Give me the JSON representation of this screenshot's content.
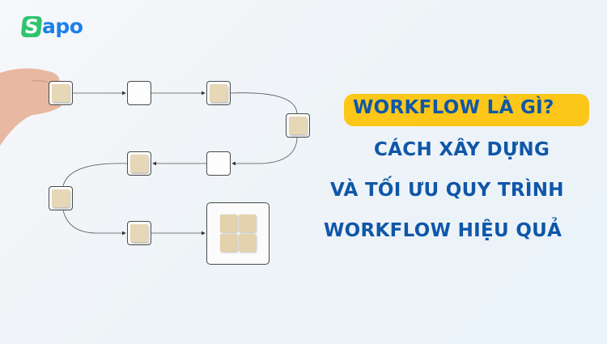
{
  "brand": {
    "logo_letter": "S",
    "logo_rest": "apo",
    "green": "#2fc46f",
    "blue": "#1d7fe8"
  },
  "headline": {
    "highlight": "WORKFLOW LÀ GÌ?",
    "lines": [
      "CÁCH XÂY DỰNG",
      "VÀ TỐI ƯU QUY TRÌNH",
      "WORKFLOW HIỆU QUẢ"
    ],
    "text_color": "#0f57a8",
    "highlight_color": "#fcc719"
  },
  "diagram": {
    "description": "workflow path of boxes with wooden blocks, hand placing first block"
  }
}
